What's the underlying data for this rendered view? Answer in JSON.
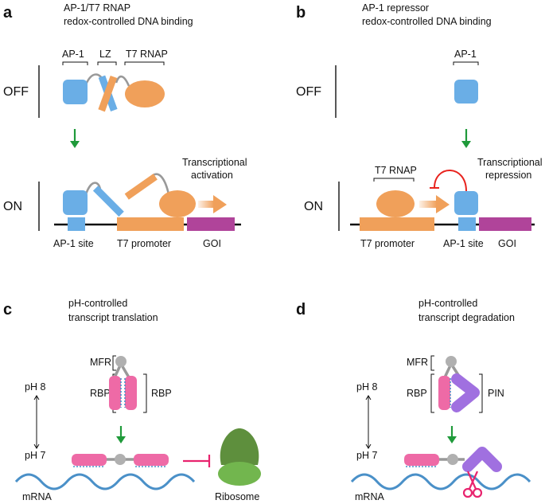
{
  "colors": {
    "blue": "#6aaee6",
    "orange": "#f0a05a",
    "magenta": "#b0449a",
    "pink": "#ee6aa6",
    "purple": "#a070e0",
    "gray": "#999999",
    "green": "#1f9a3a",
    "red": "#e8231e",
    "ribosome_top": "#5e8f3d",
    "ribosome_bottom": "#72b64e",
    "wave": "#4a90c8"
  },
  "panel_a": {
    "letter": "a",
    "title_line1": "AP-1/T7 RNAP",
    "title_line2": "redox-controlled DNA binding",
    "label_ap1": "AP-1",
    "label_lz": "LZ",
    "label_t7": "T7 RNAP",
    "state_off": "OFF",
    "state_on": "ON",
    "outcome_line1": "Transcriptional",
    "outcome_line2": "activation",
    "site_ap1": "AP-1 site",
    "site_t7": "T7 promoter",
    "site_goi": "GOI"
  },
  "panel_b": {
    "letter": "b",
    "title_line1": "AP-1 repressor",
    "title_line2": "redox-controlled DNA binding",
    "label_ap1": "AP-1",
    "label_t7": "T7 RNAP",
    "state_off": "OFF",
    "state_on": "ON",
    "outcome_line1": "Transcriptional",
    "outcome_line2": "repression",
    "site_t7": "T7 promoter",
    "site_ap1": "AP-1 site",
    "site_goi": "GOI"
  },
  "panel_c": {
    "letter": "c",
    "title_line1": "pH-controlled",
    "title_line2": "transcript translation",
    "label_mfr": "MFR",
    "label_rbp_left": "RBP",
    "label_rbp_right": "RBP",
    "ph_high": "pH 8",
    "ph_low": "pH 7",
    "mrna": "mRNA",
    "ribosome": "Ribosome"
  },
  "panel_d": {
    "letter": "d",
    "title_line1": "pH-controlled",
    "title_line2": "transcript degradation",
    "label_mfr": "MFR",
    "label_rbp": "RBP",
    "label_pin": "PIN",
    "ph_high": "pH 8",
    "ph_low": "pH 7",
    "mrna": "mRNA"
  }
}
